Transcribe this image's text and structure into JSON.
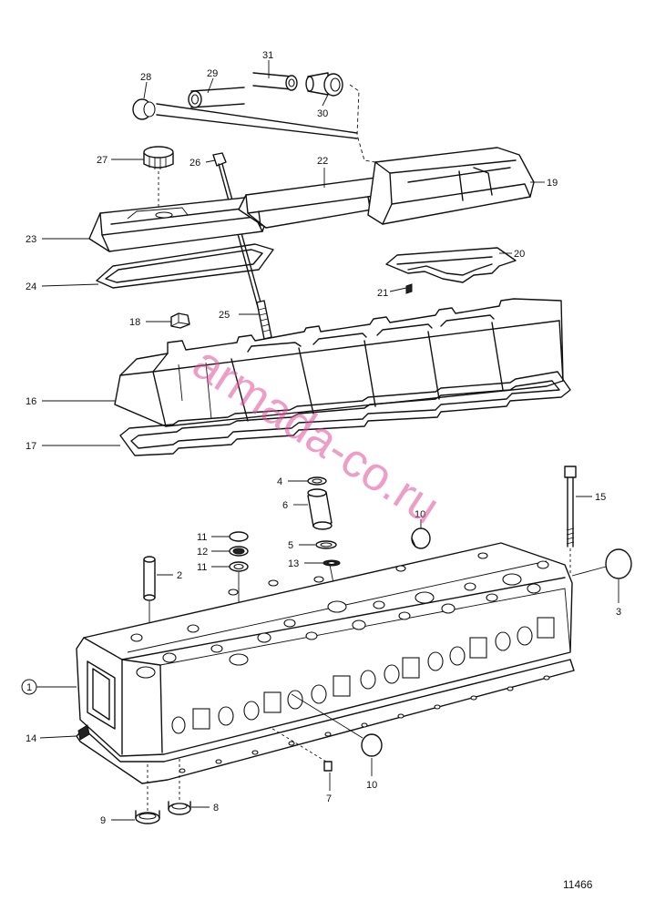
{
  "watermark": "armada-co.ru",
  "figure_number": "11466",
  "callouts": {
    "c1": "1",
    "c2": "2",
    "c3": "3",
    "c4": "4",
    "c5": "5",
    "c6": "6",
    "c7": "7",
    "c8": "8",
    "c9": "9",
    "c10a": "10",
    "c10b": "10",
    "c11a": "11",
    "c11b": "11",
    "c12": "12",
    "c13": "13",
    "c14": "14",
    "c15": "15",
    "c16": "16",
    "c17": "17",
    "c18": "18",
    "c19": "19",
    "c20": "20",
    "c21": "21",
    "c22": "22",
    "c23": "23",
    "c24": "24",
    "c25": "25",
    "c26": "26",
    "c27": "27",
    "c28": "28",
    "c29": "29",
    "c30": "30",
    "c31": "31"
  }
}
